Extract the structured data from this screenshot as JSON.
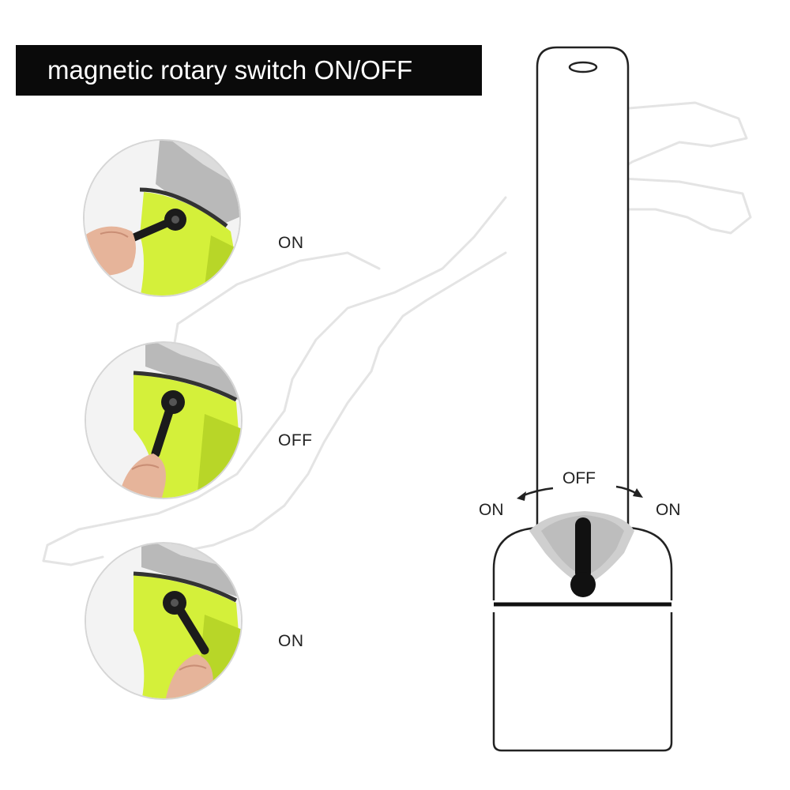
{
  "title": "magnetic rotary switch ON/OFF",
  "photos": [
    {
      "label": "ON",
      "lever": "left"
    },
    {
      "label": "OFF",
      "lever": "down"
    },
    {
      "label": "ON",
      "lever": "right"
    }
  ],
  "diagram": {
    "left_label": "ON",
    "center_label": "OFF",
    "right_label": "ON"
  },
  "colors": {
    "body_green": "#d4f03a",
    "metal": "#b8b8b8",
    "lever": "#1b1b1b",
    "banner": "#0a0a0a"
  }
}
